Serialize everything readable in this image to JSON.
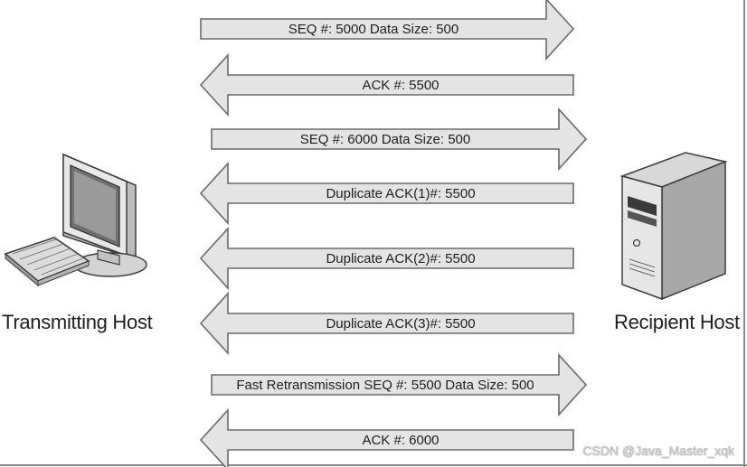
{
  "hosts": {
    "left": {
      "label": "Transmitting Host",
      "icon": "desktop-computer-icon"
    },
    "right": {
      "label": "Recipient Host",
      "icon": "server-tower-icon"
    }
  },
  "messages": [
    {
      "text": "SEQ #: 5000 Data Size: 500",
      "direction": "right"
    },
    {
      "text": "ACK #: 5500",
      "direction": "left"
    },
    {
      "text": "SEQ #: 6000 Data Size: 500",
      "direction": "right"
    },
    {
      "text": "Duplicate ACK(1)#: 5500",
      "direction": "left"
    },
    {
      "text": "Duplicate ACK(2)#: 5500",
      "direction": "left"
    },
    {
      "text": "Duplicate ACK(3)#: 5500",
      "direction": "left"
    },
    {
      "text": "Fast Retransmission SEQ #: 5500 Data Size: 500",
      "direction": "right"
    },
    {
      "text": "ACK #: 6000",
      "direction": "left"
    }
  ],
  "watermark": "CSDN @Java_Master_xqk",
  "colors": {
    "arrow_fill": "#e4e4e4",
    "arrow_stroke": "#6b6b6b",
    "text": "#1e1e1e"
  }
}
